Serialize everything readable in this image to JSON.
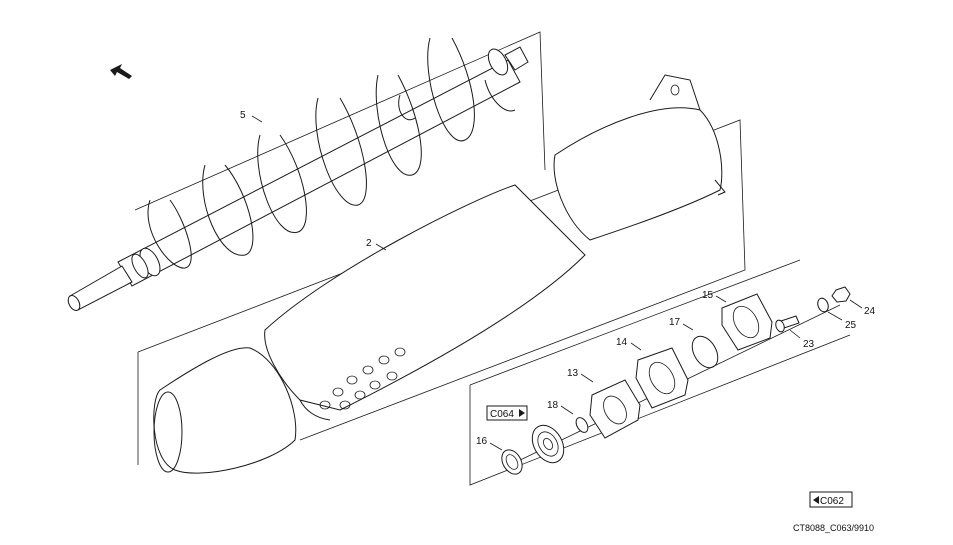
{
  "callouts": [
    {
      "id": "5",
      "label": "5"
    },
    {
      "id": "2",
      "label": "2"
    },
    {
      "id": "15",
      "label": "15"
    },
    {
      "id": "24",
      "label": "24"
    },
    {
      "id": "25",
      "label": "25"
    },
    {
      "id": "17",
      "label": "17"
    },
    {
      "id": "23",
      "label": "23"
    },
    {
      "id": "14",
      "label": "14"
    },
    {
      "id": "13",
      "label": "13"
    },
    {
      "id": "18",
      "label": "18"
    },
    {
      "id": "16",
      "label": "16"
    }
  ],
  "references": {
    "next": "C064",
    "prev": "C062"
  },
  "drawing_code": "CT8088_C063/9910"
}
